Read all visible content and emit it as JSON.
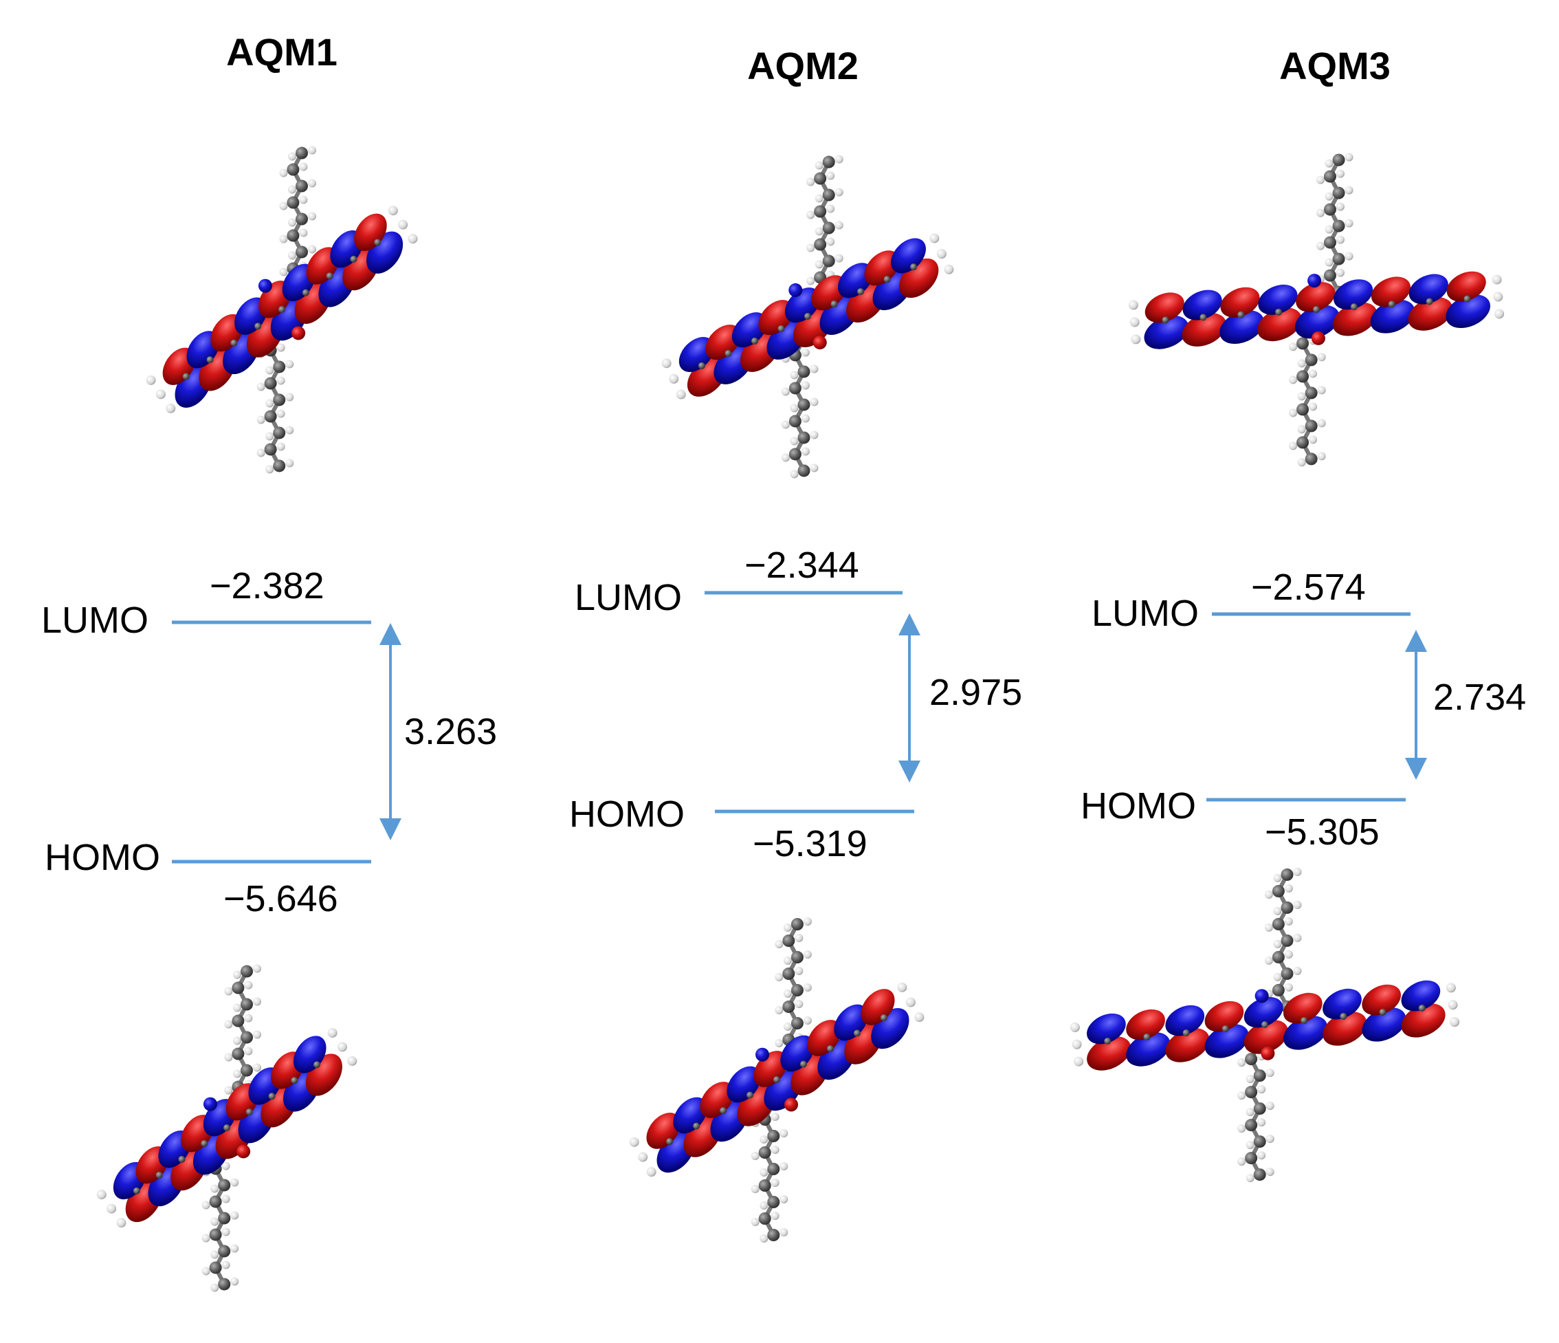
{
  "panels": [
    {
      "title": "AQM1",
      "lumo_label": "LUMO",
      "homo_label": "HOMO",
      "lumo_value": "−2.382",
      "homo_value": "−5.646",
      "gap_value": "3.263",
      "lumo_orbital_image": "lumo-orbital-aqm1",
      "homo_orbital_image": "homo-orbital-aqm1"
    },
    {
      "title": "AQM2",
      "lumo_label": "LUMO",
      "homo_label": "HOMO",
      "lumo_value": "−2.344",
      "homo_value": "−5.319",
      "gap_value": "2.975",
      "lumo_orbital_image": "lumo-orbital-aqm2",
      "homo_orbital_image": "homo-orbital-aqm2"
    },
    {
      "title": "AQM3",
      "lumo_label": "LUMO",
      "homo_label": "HOMO",
      "lumo_value": "−2.574",
      "homo_value": "−5.305",
      "gap_value": "2.734",
      "lumo_orbital_image": "lumo-orbital-aqm3",
      "homo_orbital_image": "homo-orbital-aqm3"
    }
  ],
  "colors": {
    "level_line": "#5b9bd5",
    "lobe_positive": "#d01818",
    "lobe_negative": "#1a1ad0",
    "carbon": "#5a5a5a",
    "hydrogen": "#e8e8e8"
  }
}
